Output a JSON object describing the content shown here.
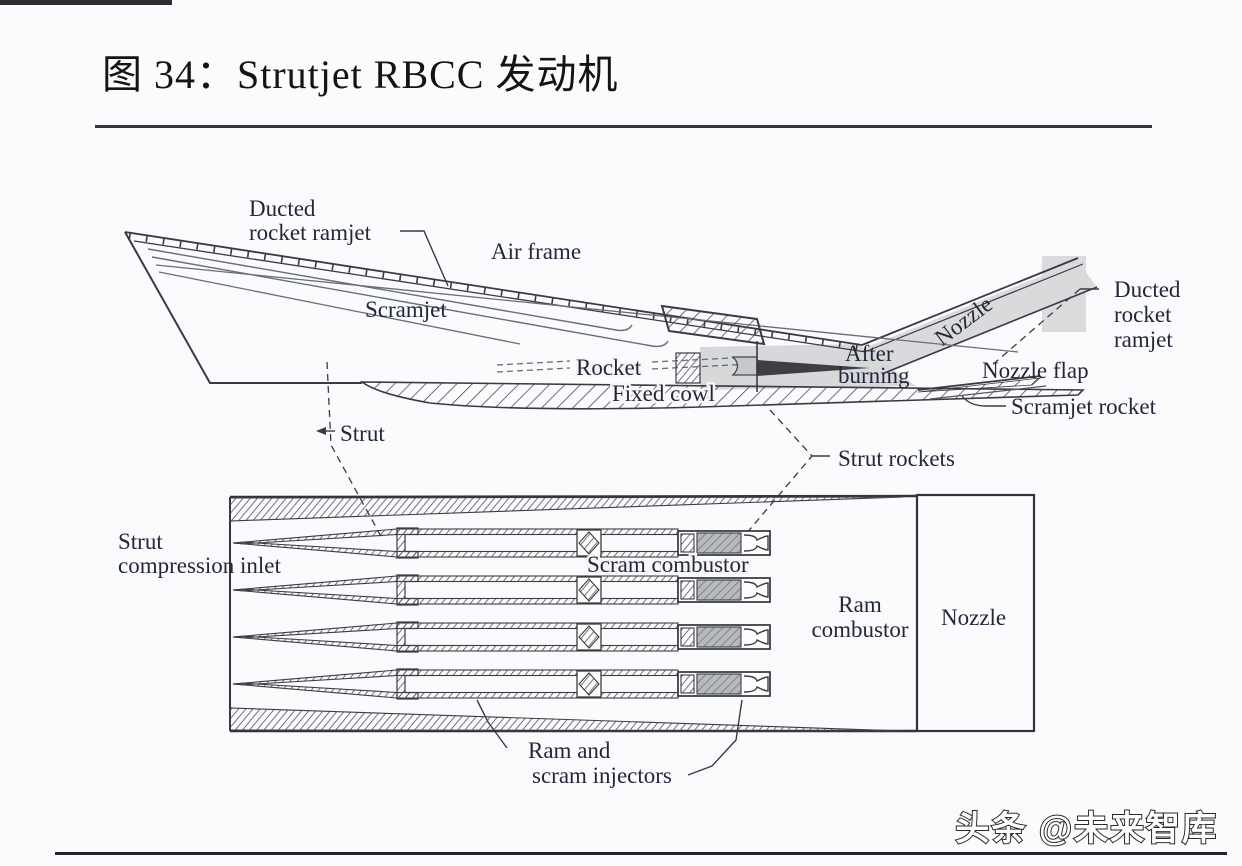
{
  "page": {
    "title": "图 34：Strutjet RBCC 发动机",
    "watermark": "头条 @未来智库"
  },
  "side_view": {
    "labels": {
      "ducted_rocket_ramjet_left": [
        "Ducted",
        "rocket ramjet"
      ],
      "air_frame": "Air frame",
      "scramjet": "Scramjet",
      "rocket": "Rocket",
      "after_burning": [
        "After",
        "burning"
      ],
      "nozzle": "Nozzle",
      "ducted_rocket_ramjet_right": [
        "Ducted",
        "rocket",
        "ramjet"
      ],
      "nozzle_flap": "Nozzle flap",
      "scramjet_rocket": "Scramjet rocket",
      "fixed_cowl": "Fixed cowl",
      "strut": "Strut",
      "strut_rockets": "Strut rockets"
    }
  },
  "plan_view": {
    "labels": {
      "strut_compression_inlet": [
        "Strut",
        "compression inlet"
      ],
      "scram_combustor": "Scram combustor",
      "ram_combustor": [
        "Ram",
        "combustor"
      ],
      "nozzle": "Nozzle",
      "ram_and_scram_injectors": [
        "Ram and",
        "scram injectors"
      ]
    }
  },
  "colors": {
    "label_ink": "#26263a",
    "line_ink": "#3a3a40",
    "nozzle_shade": "#d8dadc",
    "page_bg": "#fafbfc"
  }
}
